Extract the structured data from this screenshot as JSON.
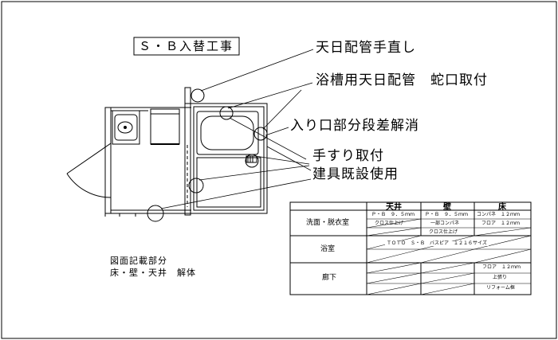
{
  "title": "Ｓ・Ｂ入替工事",
  "callouts": [
    "天日配管手直し",
    "浴槽用天日配管　蛇口取付",
    "入り口部分段差解消",
    "手すり取付",
    "建具既設使用"
  ],
  "notes": [
    "図面記載部分",
    "床・壁・天井　解体"
  ],
  "table": {
    "headers": [
      "天井",
      "壁",
      "床"
    ],
    "rows": [
      {
        "name": "洗面・脱衣室",
        "ceiling": [
          "Ｐ・Ｂ　９．５ｍｍ",
          "クロス仕上げ"
        ],
        "wall": [
          "Ｐ・Ｂ　９．５ｍｍ",
          "一部コンパネ",
          "クロス仕上げ"
        ],
        "floor": [
          "コンパネ　１２ｍｍ",
          "フロア　１２ｍｍ"
        ]
      },
      {
        "name": "浴室",
        "full": "ＴＯＴＯ　Ｓ・Ｂ　バスピア　１２１６サイズ"
      },
      {
        "name": "廊下",
        "floor": [
          "フロア　１２ｍｍ",
          "上張り",
          "リフォーム框"
        ]
      }
    ]
  }
}
